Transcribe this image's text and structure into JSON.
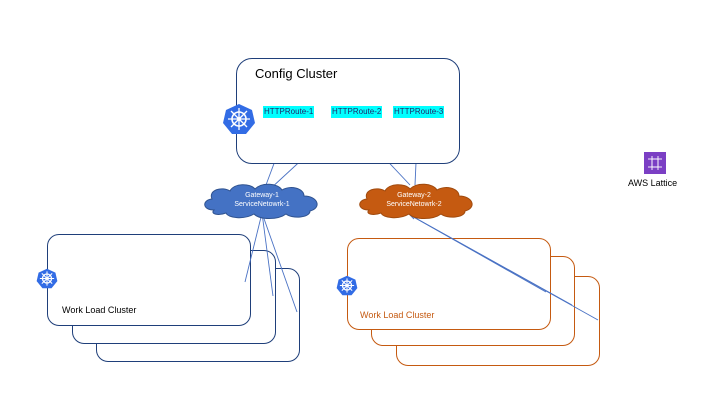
{
  "config_cluster": {
    "title": "Config Cluster"
  },
  "routes": [
    "HTTPRoute-1",
    "HTTPRoute-2",
    "HTTPRoute-3"
  ],
  "gateways": [
    {
      "line1": "Gateway-1",
      "line2": "ServiceNetowrk-1",
      "color": "#4472c4"
    },
    {
      "line1": "Gateway-2",
      "line2": "ServiceNetowrk-2",
      "color": "#c55a11"
    }
  ],
  "workload_clusters": [
    {
      "label": "Work Load Cluster",
      "color": "#1f3f7a"
    },
    {
      "label": "Work Load Cluster",
      "color": "#c55a11"
    }
  ],
  "lattice": {
    "label": "AWS Lattice",
    "icon": "aws-lattice-icon",
    "color": "#7b3fc4"
  },
  "colors": {
    "kubernetes": "#326ce5",
    "line": "#4a72c4"
  }
}
